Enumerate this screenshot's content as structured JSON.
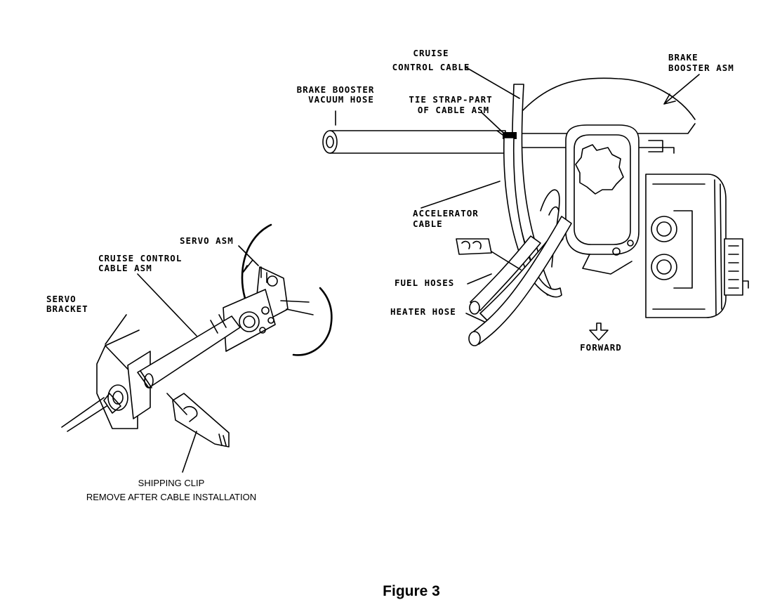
{
  "labels": {
    "servo_asm": "SERVO ASM",
    "cruise_control_cable_asm_1": "CRUISE CONTROL",
    "cruise_control_cable_asm_2": "CABLE ASM",
    "servo_bracket_1": "SERVO",
    "servo_bracket_2": "BRACKET",
    "shipping_clip_1": "SHIPPING CLIP",
    "shipping_clip_2": "REMOVE AFTER CABLE INSTALLATION",
    "cruise_control_cable_1": "CRUISE",
    "cruise_control_cable_2": "CONTROL CABLE",
    "brake_booster_asm_1": "BRAKE",
    "brake_booster_asm_2": "BOOSTER ASM",
    "brake_booster_vacuum_hose_1": "BRAKE BOOSTER",
    "brake_booster_vacuum_hose_2": "VACUUM HOSE",
    "tie_strap_1": "TIE STRAP-PART",
    "tie_strap_2": "OF CABLE ASM",
    "accelerator_cable_1": "ACCELERATOR",
    "accelerator_cable_2": "CABLE",
    "fuel_hoses": "FUEL HOSES",
    "heater_hose": "HEATER HOSE",
    "forward": "FORWARD"
  },
  "caption": "Figure 3"
}
